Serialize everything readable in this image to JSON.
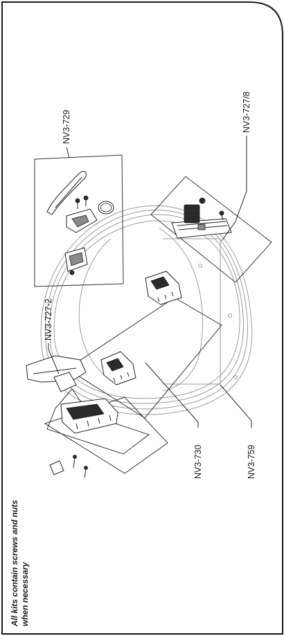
{
  "note": {
    "line1": "All kits contain screws and nuts",
    "line2": "when necessary"
  },
  "parts": [
    {
      "code": "NV3-729"
    },
    {
      "code": "NV3-727/8"
    },
    {
      "code": "NV3-727-2"
    },
    {
      "code": "NV3-730"
    },
    {
      "code": "NV3-759"
    }
  ]
}
